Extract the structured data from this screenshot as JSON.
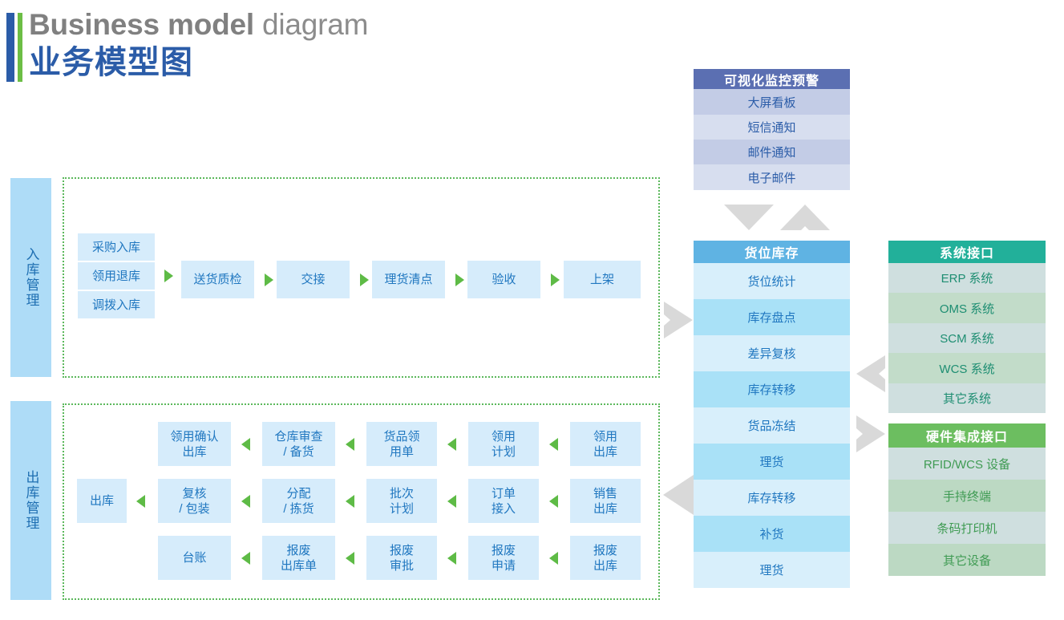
{
  "title": {
    "en_bold": "Business model",
    "en_light": " diagram",
    "cn": "业务模型图"
  },
  "inbound": {
    "side_label": "入库管理",
    "sources": [
      "采购入库",
      "领用退库",
      "调拨入库"
    ],
    "steps": [
      "送货质检",
      "交接",
      "理货清点",
      "验收",
      "上架"
    ]
  },
  "outbound": {
    "side_label": "出库管理",
    "rows": [
      {
        "cells": [
          "领用确认\n出库",
          "仓库审查\n/ 备货",
          "货品领\n用单",
          "领用\n计划",
          "领用\n出库"
        ]
      },
      {
        "head": "出库",
        "cells": [
          "复核\n/ 包装",
          "分配\n/ 拣货",
          "批次\n计划",
          "订单\n接入",
          "销售\n出库"
        ]
      },
      {
        "cells": [
          "台账",
          "报废\n出库单",
          "报废\n审批",
          "报废\n申请",
          "报废\n出库"
        ]
      }
    ]
  },
  "monitoring_panel": {
    "header": "可视化监控预警",
    "header_color": "#5B6FB2",
    "rows": [
      "大屏看板",
      "短信通知",
      "邮件通知",
      "电子邮件"
    ],
    "row_color_a": "#C3CCE6",
    "row_color_b": "#D7DEEF",
    "text_color": "#2B5CA8"
  },
  "inventory_panel": {
    "header": "货位库存",
    "header_color": "#5FB3E3",
    "rows": [
      "货位统计",
      "库存盘点",
      "差异复核",
      "库存转移",
      "货品冻结",
      "理货",
      "库存转移",
      "补货",
      "理货"
    ],
    "row_color_a": "#D8EFFB",
    "row_color_b": "#A9E1F7",
    "text_color": "#2077C0"
  },
  "system_panel": {
    "header": "系统接口",
    "header_color": "#22B09A",
    "rows": [
      "ERP 系统",
      "OMS 系统",
      "SCM 系统",
      "WCS 系统",
      "其它系统"
    ],
    "row_color_a": "#CFDFDF",
    "row_color_b": "#C2DCC9",
    "text_color": "#1E8E72"
  },
  "hardware_panel": {
    "header": "硬件集成接口",
    "header_color": "#6CBE60",
    "rows": [
      "RFID/WCS 设备",
      "手持终端",
      "条码打印机",
      "其它设备"
    ],
    "row_color_a": "#CFDFDF",
    "row_color_b": "#BCD9C3",
    "text_color": "#3F9B53"
  },
  "connectors": {
    "gray": "#D9D9D9",
    "green_arrow": "#5EBB46",
    "dotted_border": "#5CB85C"
  }
}
